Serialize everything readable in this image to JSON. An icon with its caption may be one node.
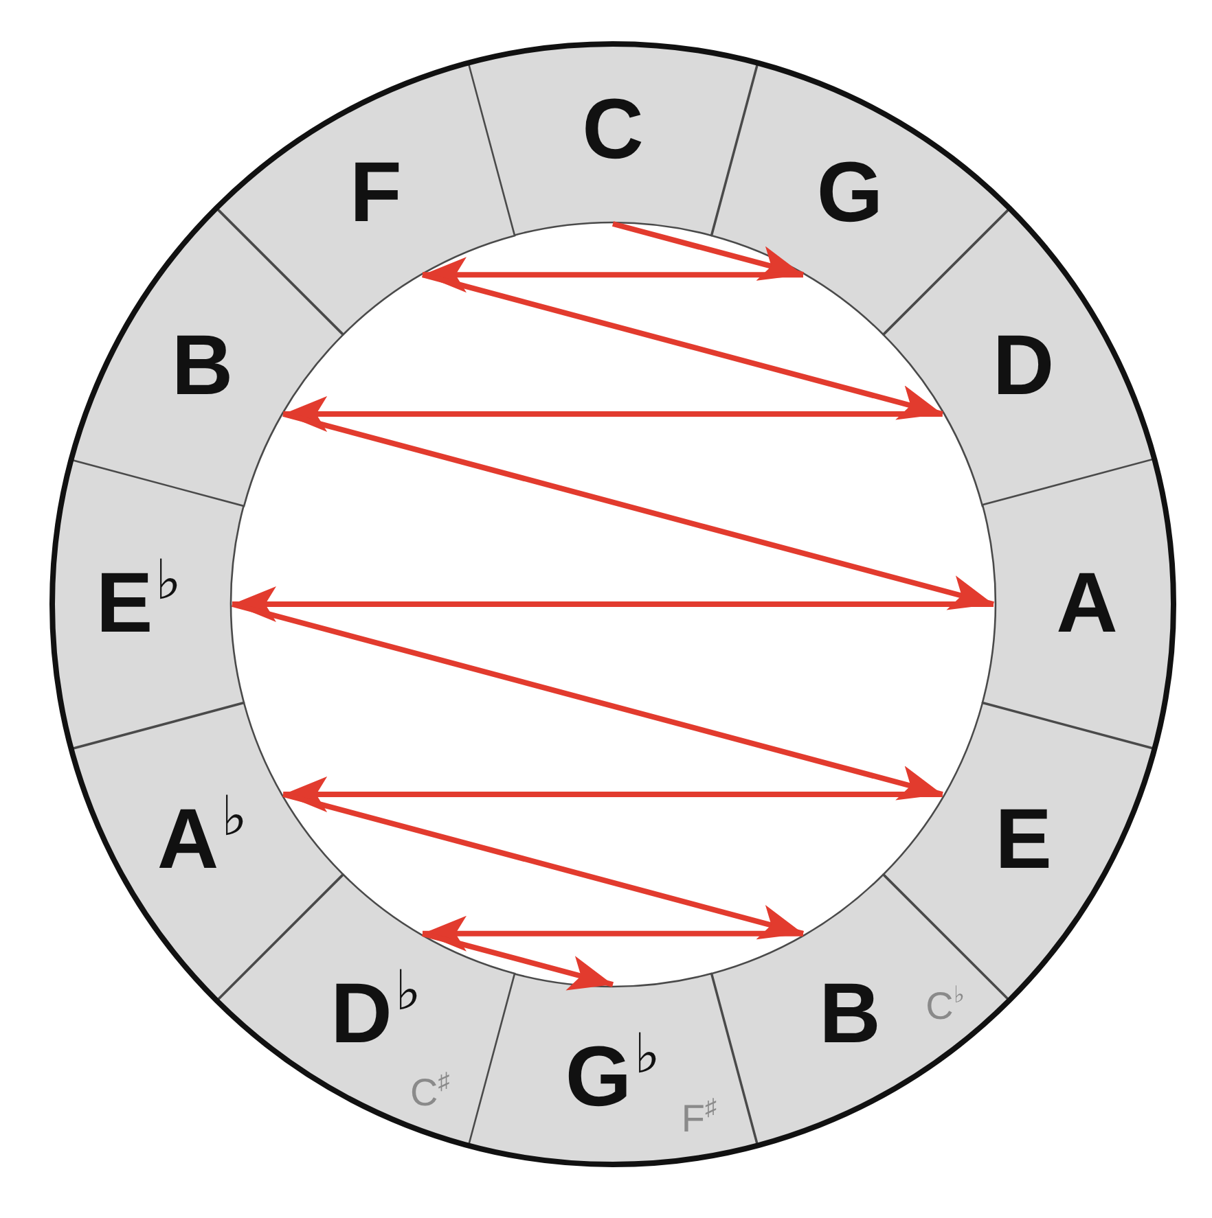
{
  "diagram": {
    "nodes": [
      {
        "text": [
          "C"
        ]
      },
      {
        "text": [
          "G"
        ]
      },
      {
        "text": [
          "D"
        ]
      },
      {
        "text": [
          "A"
        ]
      },
      {
        "text": [
          "E"
        ]
      },
      {
        "text": [
          "B",
          "C$^{♭}$"
        ]
      },
      {
        "text": [
          "G$^{♭}$",
          "F$^{♯}$"
        ]
      },
      {
        "text": [
          "D$^{♭}$",
          "C$^{♯}$"
        ]
      },
      {
        "text": [
          "A$^{♭}$"
        ]
      },
      {
        "text": [
          "E$^{♭}$"
        ]
      },
      {
        "text": [
          "B"
        ]
      },
      {
        "text": [
          "F"
        ]
      }
    ],
    "edges": [
      {
        "from": 0,
        "to": 1,
        "arrow": "to"
      },
      {
        "from": 1,
        "to": 11,
        "arrow": "to"
      },
      {
        "from": 11,
        "to": 2,
        "arrow": "to"
      },
      {
        "from": 2,
        "to": 10,
        "arrow": "to"
      },
      {
        "from": 10,
        "to": 3,
        "arrow": "to"
      },
      {
        "from": 3,
        "to": 9,
        "arrow": "to"
      },
      {
        "from": 9,
        "to": 4,
        "arrow": "to"
      },
      {
        "from": 4,
        "to": 8,
        "arrow": "to"
      },
      {
        "from": 8,
        "to": 5,
        "arrow": "to"
      },
      {
        "from": 5,
        "to": 7,
        "arrow": "to"
      },
      {
        "from": 7,
        "to": 6,
        "arrow": "to"
      }
    ]
  }
}
